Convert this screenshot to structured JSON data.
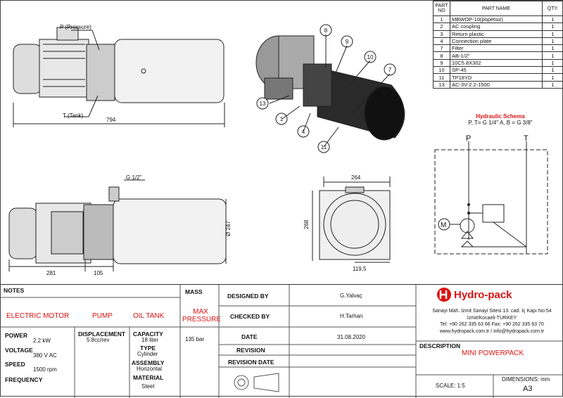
{
  "parts_table": {
    "headers": {
      "no": "PART NO",
      "name": "PART NAME",
      "qty": "QTY."
    },
    "rows": [
      {
        "no": "1",
        "name": "MBWOP-10(popetsiz)",
        "qty": "1"
      },
      {
        "no": "2",
        "name": "AC coupling",
        "qty": "1"
      },
      {
        "no": "3",
        "name": "Return plastic",
        "qty": "1"
      },
      {
        "no": "4",
        "name": "Connection plate",
        "qty": "1"
      },
      {
        "no": "7",
        "name": "Filter",
        "qty": "1"
      },
      {
        "no": "8",
        "name": "AB-1/2\"",
        "qty": "1"
      },
      {
        "no": "9",
        "name": "10C5.8X302",
        "qty": "1"
      },
      {
        "no": "10",
        "name": "SP-45",
        "qty": "1"
      },
      {
        "no": "11",
        "name": "TP18YD",
        "qty": "1"
      },
      {
        "no": "13",
        "name": "AC-3V-2.2-1500",
        "qty": "1"
      }
    ]
  },
  "drawing": {
    "label_pressure": "P (Pressure)",
    "label_tank": "T (Tank)",
    "dim_length": "794",
    "label_g": "G 1/2\"",
    "dim_281": "281",
    "dim_105": "105",
    "dim_diameter": "Ø 247",
    "dim_264": "264",
    "dim_268": "268",
    "dim_119": "119,5",
    "balloons": [
      "8",
      "9",
      "10",
      "7",
      "13",
      "1",
      "4",
      "11"
    ]
  },
  "schema": {
    "title": "Hydraulic Schema",
    "subtitle": "P, T= G 1/4\" A, B = G 3/8\"",
    "p": "P",
    "t": "T",
    "m": "M"
  },
  "title_block": {
    "notes": "NOTES",
    "mass": "MASS",
    "electric_motor": "ELECTRIC MOTOR",
    "pump": "PUMP",
    "oil_tank": "OIL TANK",
    "max_pressure": "MAX PRESSURE",
    "power_label": "POWER",
    "power_val": "2.2 kW",
    "voltage_label": "VOLTAGE",
    "voltage_val": "380 V AC",
    "speed_label": "SPEED",
    "speed_val": "1500 rpm",
    "frequency_label": "FREQUENCY",
    "displacement_label": "DISPLACEMENT",
    "displacement_val": "5.8cc/rev",
    "capacity_label": "CAPACITY",
    "capacity_val": "18 liter",
    "type_label": "TYPE",
    "type_val": "Cylinder",
    "assembly_label": "ASSEMBLY",
    "assembly_val": "Horizontal",
    "material_label": "MATERIAL",
    "material_val": "Steel",
    "pressure_val": "135 bar",
    "designed_by_label": "DESIGNED BY",
    "designed_by_val": "G.Yalvaç",
    "checked_by_label": "CHECKED BY",
    "checked_by_val": "H.Tarhan",
    "date_label": "DATE",
    "date_val": "31.08.2020",
    "revision_label": "REVISION",
    "revision_date_label": "REVISION DATE",
    "company": "Hydro-pack",
    "address1": "Sanayi Mah. İzmit Sanayi Sitesi 13. cad. İç Kapı No:54",
    "address2": "İzmit/Kocaeli-TURKEY",
    "phone": "Tel: +90 262 335 63 66 Fax: +90 262 335 63 70",
    "web": "www.hydropack.com.tr / info@hydropack.com.tr",
    "description_label": "DESCRIPTION",
    "description_val": "MINI POWERPACK",
    "scale": "SCALE: 1:5",
    "dimensions_label": "DIMENSIONS: mm",
    "sheet_size": "A3"
  },
  "colors": {
    "red": "#d11111",
    "line": "#333333"
  }
}
